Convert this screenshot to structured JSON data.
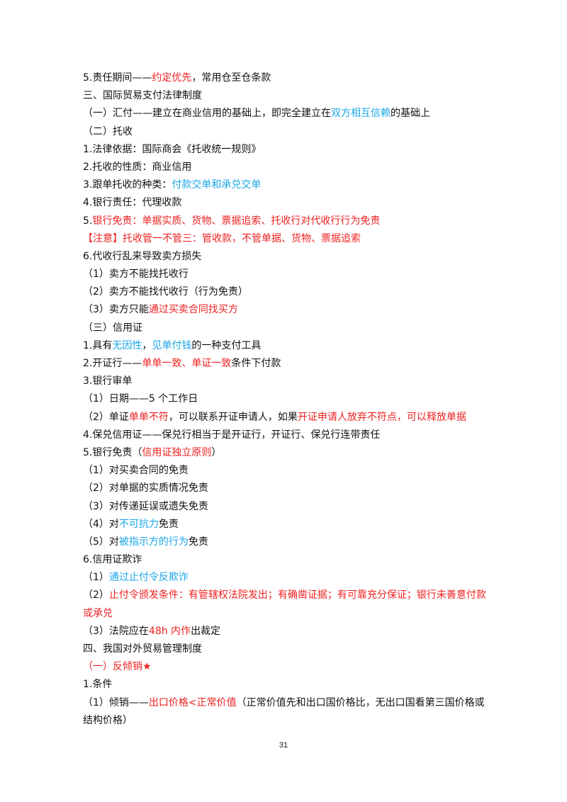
{
  "page_number": "31",
  "colors": {
    "text": "#111111",
    "red": "#ee2222",
    "blue": "#1aa7e8"
  },
  "lines": [
    [
      {
        "t": "5.责任期间——",
        "c": "dark"
      },
      {
        "t": "约定优先",
        "c": "red"
      },
      {
        "t": "，常用仓至仓条款",
        "c": "dark"
      }
    ],
    [
      {
        "t": "三、国际贸易支付法律制度",
        "c": "dark"
      }
    ],
    [
      {
        "t": "（一）汇付——建立在商业信用的基础上，即完全建立在",
        "c": "dark"
      },
      {
        "t": "双方相互信赖",
        "c": "blue"
      },
      {
        "t": "的基础上",
        "c": "dark"
      }
    ],
    [
      {
        "t": "（二）托收",
        "c": "dark"
      }
    ],
    [
      {
        "t": "1.法律依据：国际商会《托收统一规则》",
        "c": "dark"
      }
    ],
    [
      {
        "t": "2.托收的性质：商业信用",
        "c": "dark"
      }
    ],
    [
      {
        "t": "3.跟单托收的种类：",
        "c": "dark"
      },
      {
        "t": "付款交单和承兑交单",
        "c": "blue"
      }
    ],
    [
      {
        "t": "4.银行责任：代理收款",
        "c": "dark"
      }
    ],
    [
      {
        "t": "5.",
        "c": "dark"
      },
      {
        "t": "银行免责：单据实质、货物、票据追索、托收行对代收行行为免责",
        "c": "red"
      }
    ],
    [
      {
        "t": "【注意】托收管一不管三：管收款，不管单据、货物、票据追索",
        "c": "red"
      }
    ],
    [
      {
        "t": "6.代收行乱来导致卖方损失",
        "c": "dark"
      }
    ],
    [
      {
        "t": "（1）卖方不能找托收行",
        "c": "dark"
      }
    ],
    [
      {
        "t": "（2）卖方不能找代收行（行为免责）",
        "c": "dark"
      }
    ],
    [
      {
        "t": "（3）卖方只能",
        "c": "dark"
      },
      {
        "t": "通过买卖合同找买方",
        "c": "red"
      }
    ],
    [
      {
        "t": "（三）信用证",
        "c": "dark"
      }
    ],
    [
      {
        "t": "1.具有",
        "c": "dark"
      },
      {
        "t": "无因性",
        "c": "blue"
      },
      {
        "t": "，",
        "c": "dark"
      },
      {
        "t": "见单付钱",
        "c": "blue"
      },
      {
        "t": "的一种支付工具",
        "c": "dark"
      }
    ],
    [
      {
        "t": "2.开证行——",
        "c": "dark"
      },
      {
        "t": "单单一致、单证一致",
        "c": "red"
      },
      {
        "t": "条件下付款",
        "c": "dark"
      }
    ],
    [
      {
        "t": "3.银行审单",
        "c": "dark"
      }
    ],
    [
      {
        "t": "（1）日期——5 个工作日",
        "c": "dark"
      }
    ],
    [
      {
        "t": "（2）单证",
        "c": "dark"
      },
      {
        "t": "单单不符",
        "c": "red"
      },
      {
        "t": "，可以联系开证申请人，如果",
        "c": "dark"
      },
      {
        "t": "开证申请人放弃不符点，可以释放单据",
        "c": "red"
      }
    ],
    [
      {
        "t": "4.保兑信用证——保兑行相当于是开证行，开证行、保兑行连带责任",
        "c": "dark"
      }
    ],
    [
      {
        "t": "5.银行免责（",
        "c": "dark"
      },
      {
        "t": "信用证独立原则",
        "c": "red"
      },
      {
        "t": "）",
        "c": "dark"
      }
    ],
    [
      {
        "t": "（1）对买卖合同的免责",
        "c": "dark"
      }
    ],
    [
      {
        "t": "（2）对单据的实质情况免责",
        "c": "dark"
      }
    ],
    [
      {
        "t": "（3）对传递延误或遗失免责",
        "c": "dark"
      }
    ],
    [
      {
        "t": "（4）对",
        "c": "dark"
      },
      {
        "t": "不可抗力",
        "c": "blue"
      },
      {
        "t": "免责",
        "c": "dark"
      }
    ],
    [
      {
        "t": "（5）对",
        "c": "dark"
      },
      {
        "t": "被指示方的行为",
        "c": "blue"
      },
      {
        "t": "免责",
        "c": "dark"
      }
    ],
    [
      {
        "t": "6.信用证欺诈",
        "c": "dark"
      }
    ],
    [
      {
        "t": "（1）",
        "c": "dark"
      },
      {
        "t": "通过止付令反欺诈",
        "c": "blue"
      }
    ],
    [
      {
        "t": "（2）",
        "c": "dark"
      },
      {
        "t": "止付令颁发条件：有管辖权法院发出；有确凿证据；有可靠充分保证；银行未善意付款或承兑",
        "c": "red"
      }
    ],
    [
      {
        "t": "（3）法院应在",
        "c": "dark"
      },
      {
        "t": "48h 内作",
        "c": "red"
      },
      {
        "t": "出裁定",
        "c": "dark"
      }
    ],
    [
      {
        "t": "四、我国对外贸易管理制度",
        "c": "dark"
      }
    ],
    [
      {
        "t": "（一）反倾销★",
        "c": "red"
      }
    ],
    [
      {
        "t": "1.条件",
        "c": "dark"
      }
    ],
    [
      {
        "t": "（1）倾销——",
        "c": "dark"
      },
      {
        "t": "出口价格<正常价值",
        "c": "red"
      },
      {
        "t": "（正常价值先和出口国价格比，无出口国看第三国价格或结构价格）",
        "c": "dark"
      }
    ]
  ]
}
